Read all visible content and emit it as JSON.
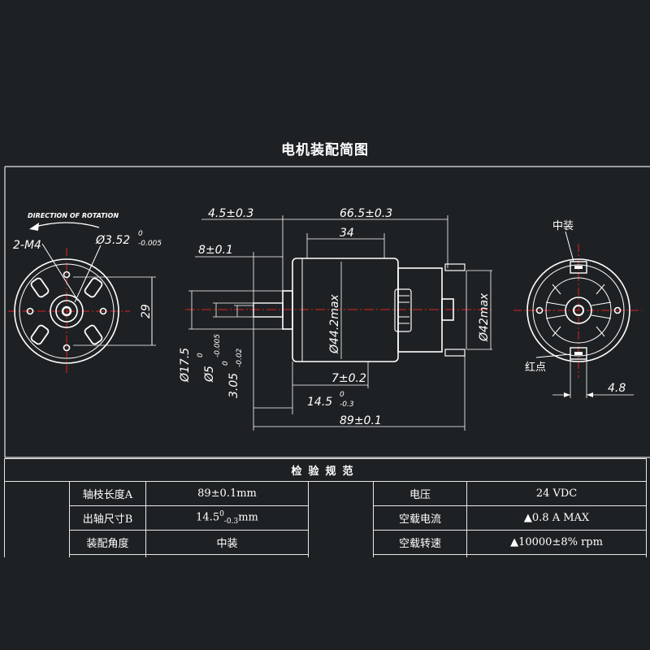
{
  "title": "电机装配简图",
  "front_view": {
    "rotation_label": "DIRECTION OF ROTATION",
    "hole_label": "2-M4",
    "hole_dia": "Ø3.52",
    "hole_dia_upper": "0",
    "hole_dia_lower": "-0.005",
    "height_dim": "29"
  },
  "side_view": {
    "dim_shaft_ext": "4.5±0.3",
    "dim_body": "66.5±0.3",
    "dim_can": "34",
    "dim_shaft": "8±0.1",
    "dim_can_dia": "Ø44.2max",
    "dim_end_dia": "Ø42max",
    "dim_boss_dia": "Ø17.5",
    "dim_shaft_dia": "Ø5",
    "dim_shaft_dia_upper": "0",
    "dim_shaft_dia_lower": "-0.005",
    "dim_flat": "3.05",
    "dim_flat_upper": "0",
    "dim_flat_lower": "-0.02",
    "dim_a": "7±0.2",
    "dim_b": "14.5",
    "dim_b_upper": "0",
    "dim_b_lower": "-0.3",
    "dim_total": "89±0.1"
  },
  "rear_view": {
    "label_center": "中装",
    "label_red_dot": "红点",
    "dim_width": "4.8"
  },
  "spec_table": {
    "header": "检验规范",
    "rows": [
      {
        "label1": "轴枝长度A",
        "value1": "89±0.1mm",
        "label2": "电压",
        "value2": "24 VDC"
      },
      {
        "label1": "出轴尺寸B",
        "value1_main": "14.5",
        "value1_upper": "0",
        "value1_lower": "-0.3",
        "value1_unit": "mm",
        "label2": "空载电流",
        "value2": "▲0.8 A MAX"
      },
      {
        "label1": "装配角度",
        "value1": "中装",
        "label2": "空载转速",
        "value2": "▲10000±8% rpm"
      }
    ]
  },
  "colors": {
    "background": "#1e2124",
    "line": "#ffffff",
    "centerline": "#e0201a"
  }
}
